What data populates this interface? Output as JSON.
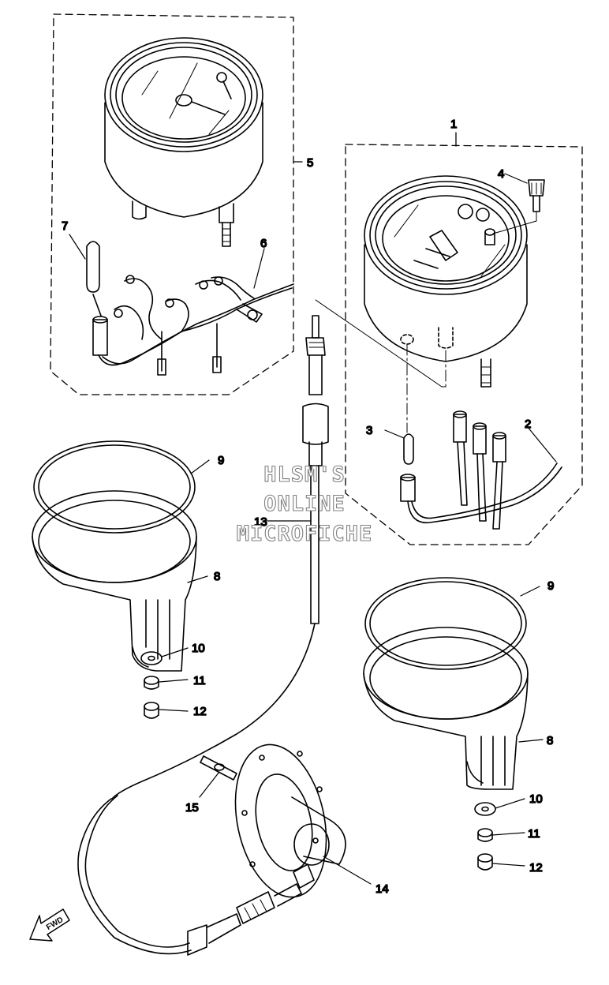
{
  "watermark": {
    "line1": "HLSM'S",
    "line2": "ONLINE",
    "line3": "MICROFICHE"
  },
  "direction_badge": "FWD",
  "callouts": [
    {
      "id": "1",
      "text": "1"
    },
    {
      "id": "2",
      "text": "2"
    },
    {
      "id": "3",
      "text": "3"
    },
    {
      "id": "4",
      "text": "4"
    },
    {
      "id": "5",
      "text": "5"
    },
    {
      "id": "6",
      "text": "6"
    },
    {
      "id": "7",
      "text": "7"
    },
    {
      "id": "8a",
      "text": "8"
    },
    {
      "id": "8b",
      "text": "8"
    },
    {
      "id": "9a",
      "text": "9"
    },
    {
      "id": "9b",
      "text": "9"
    },
    {
      "id": "10a",
      "text": "10"
    },
    {
      "id": "10b",
      "text": "10"
    },
    {
      "id": "11a",
      "text": "11"
    },
    {
      "id": "11b",
      "text": "11"
    },
    {
      "id": "12a",
      "text": "12"
    },
    {
      "id": "12b",
      "text": "12"
    },
    {
      "id": "13",
      "text": "13"
    },
    {
      "id": "14",
      "text": "14"
    },
    {
      "id": "15",
      "text": "15"
    }
  ]
}
